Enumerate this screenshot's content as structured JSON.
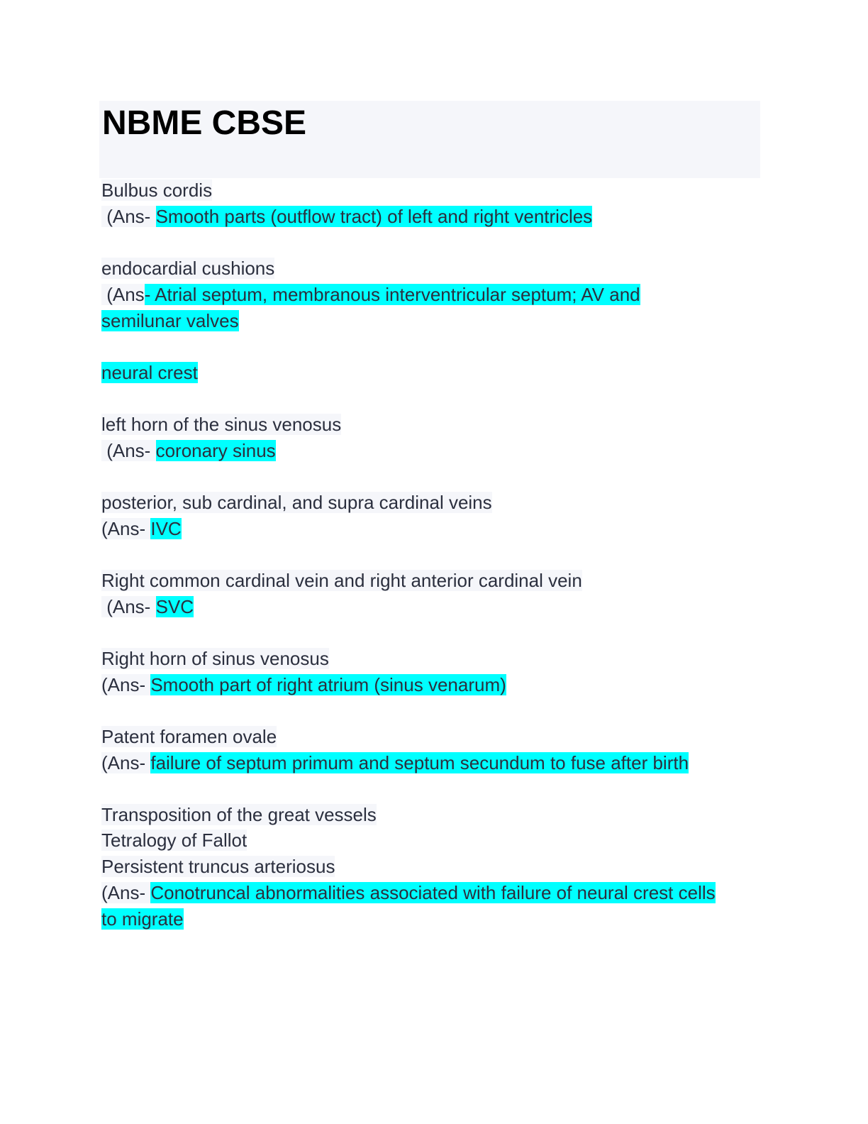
{
  "title": "NBME CBSE",
  "highlight_color": "#00ffff",
  "items": [
    {
      "q": "Bulbus cordis",
      "prefix": " (Ans- ",
      "a": "Smooth parts (outflow tract) of left and right ventricles"
    },
    {
      "q": "endocardial cushions",
      "prefix": " (Ans",
      "a": "- Atrial septum, membranous interventricular septum; AV and",
      "a2": "semilunar valves",
      "a3": "neural crest"
    },
    {
      "q": "left horn of the sinus venosus",
      "prefix": " (Ans- ",
      "a": "coronary sinus"
    },
    {
      "q": "posterior, sub cardinal, and supra cardinal veins",
      "prefix": "(Ans- ",
      "a": "IVC"
    },
    {
      "q": "Right common cardinal vein and right anterior cardinal vein",
      "prefix": " (Ans- ",
      "a": "SVC"
    },
    {
      "q": "Right horn of sinus venosus",
      "prefix": "(Ans- ",
      "a": "Smooth part of right atrium (sinus venarum)"
    },
    {
      "q": "Patent foramen ovale",
      "prefix": "(Ans- ",
      "a": "failure of septum primum and septum secundum to fuse after birth"
    },
    {
      "q": "Transposition of the great vessels",
      "q2": "Tetralogy of Fallot",
      "q3": "Persistent truncus arteriosus",
      "prefix": "(Ans- ",
      "a": "Conotruncal abnormalities associated with failure of neural crest cells",
      "a2": "to migrate"
    }
  ]
}
